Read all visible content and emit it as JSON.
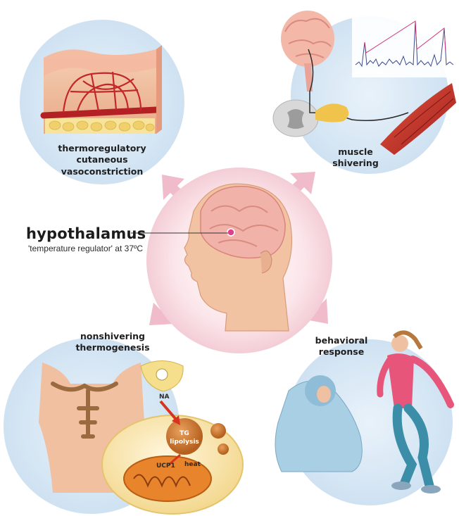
{
  "center": {
    "title": "hypothalamus",
    "subtitle": "'temperature regulator' at 37ºC"
  },
  "panels": {
    "vasoconstriction": {
      "lines": [
        "thermoregulatory",
        "cutaneous",
        "vasoconstriction"
      ]
    },
    "shivering": {
      "lines": [
        "muscle",
        "shivering"
      ]
    },
    "nonshivering": {
      "lines": [
        "nonshivering",
        "thermogenesis"
      ],
      "labels": {
        "na": "NA",
        "tg": "TG",
        "lipolysis": "lipolysis",
        "ucp1": "UCP1",
        "heat": "heat"
      }
    },
    "behavioral": {
      "lines": [
        "behavioral",
        "response"
      ]
    }
  },
  "colors": {
    "circle_blue": "#dcebf6",
    "arrow_pink": "#efb7c8",
    "skin": "#f2c3a3",
    "vessel_red": "#c4272a",
    "brain_pink": "#f1b2aa"
  }
}
